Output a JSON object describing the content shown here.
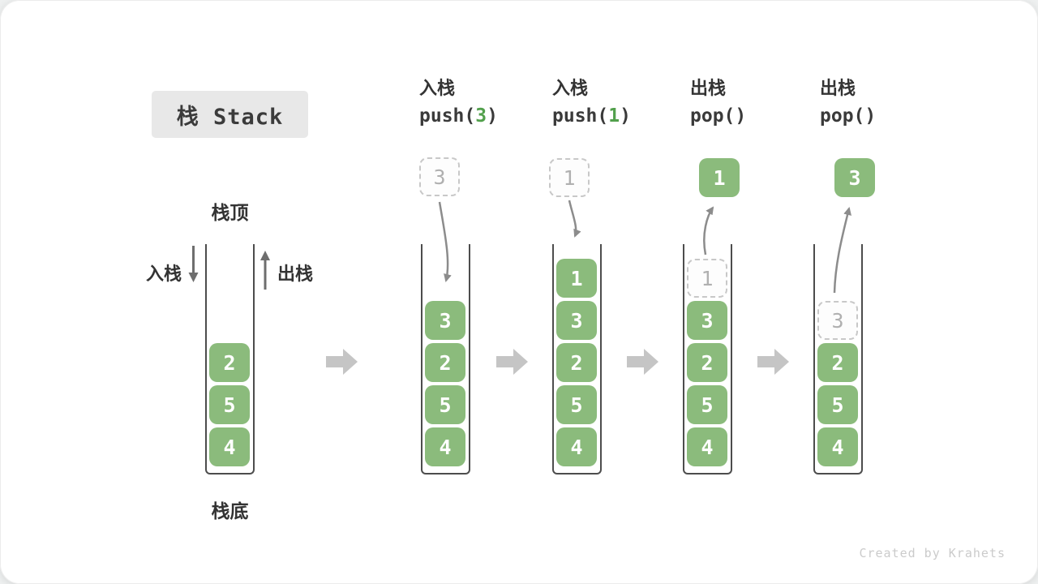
{
  "title": "栈 Stack",
  "labels": {
    "stack_top": "栈顶",
    "stack_bottom": "栈底",
    "push_side": "入栈",
    "pop_side": "出栈"
  },
  "footer": "Created by Krahets",
  "colors": {
    "element_green": "#8bbb7c",
    "code_arg_green": "#52a04c",
    "ghost_border": "#c8c8c8",
    "ghost_text": "#b0b0b0",
    "curved_arrow": "#8c8c8c",
    "straight_arrow": "#6e6e6e",
    "block_arrow": "#c5c5c5",
    "beaker_stroke": "#4d4d4d",
    "title_bg": "#e8e8e8",
    "text_dark": "#333333"
  },
  "stages": [
    {
      "name": "initial",
      "cells": [
        {
          "value": "2",
          "ghost": false
        },
        {
          "value": "5",
          "ghost": false
        },
        {
          "value": "4",
          "ghost": false
        }
      ]
    },
    {
      "name": "push-3",
      "action_label": "入栈",
      "code": {
        "pre": "push(",
        "arg": "3",
        "post": ")"
      },
      "floating": {
        "value": "3",
        "style": "dashed"
      },
      "cells": [
        {
          "value": "3",
          "ghost": false
        },
        {
          "value": "2",
          "ghost": false
        },
        {
          "value": "5",
          "ghost": false
        },
        {
          "value": "4",
          "ghost": false
        }
      ]
    },
    {
      "name": "push-1",
      "action_label": "入栈",
      "code": {
        "pre": "push(",
        "arg": "1",
        "post": ")"
      },
      "floating": {
        "value": "1",
        "style": "dashed"
      },
      "cells": [
        {
          "value": "1",
          "ghost": false
        },
        {
          "value": "3",
          "ghost": false
        },
        {
          "value": "2",
          "ghost": false
        },
        {
          "value": "5",
          "ghost": false
        },
        {
          "value": "4",
          "ghost": false
        }
      ]
    },
    {
      "name": "pop-1",
      "action_label": "出栈",
      "code": {
        "pre": "pop(",
        "arg": "",
        "post": ")"
      },
      "floating": {
        "value": "1",
        "style": "solid"
      },
      "cells": [
        {
          "value": "1",
          "ghost": true
        },
        {
          "value": "3",
          "ghost": false
        },
        {
          "value": "2",
          "ghost": false
        },
        {
          "value": "5",
          "ghost": false
        },
        {
          "value": "4",
          "ghost": false
        }
      ]
    },
    {
      "name": "pop-3",
      "action_label": "出栈",
      "code": {
        "pre": "pop(",
        "arg": "",
        "post": ")"
      },
      "floating": {
        "value": "3",
        "style": "solid"
      },
      "cells": [
        {
          "value": "3",
          "ghost": true
        },
        {
          "value": "2",
          "ghost": false
        },
        {
          "value": "5",
          "ghost": false
        },
        {
          "value": "4",
          "ghost": false
        }
      ]
    }
  ]
}
